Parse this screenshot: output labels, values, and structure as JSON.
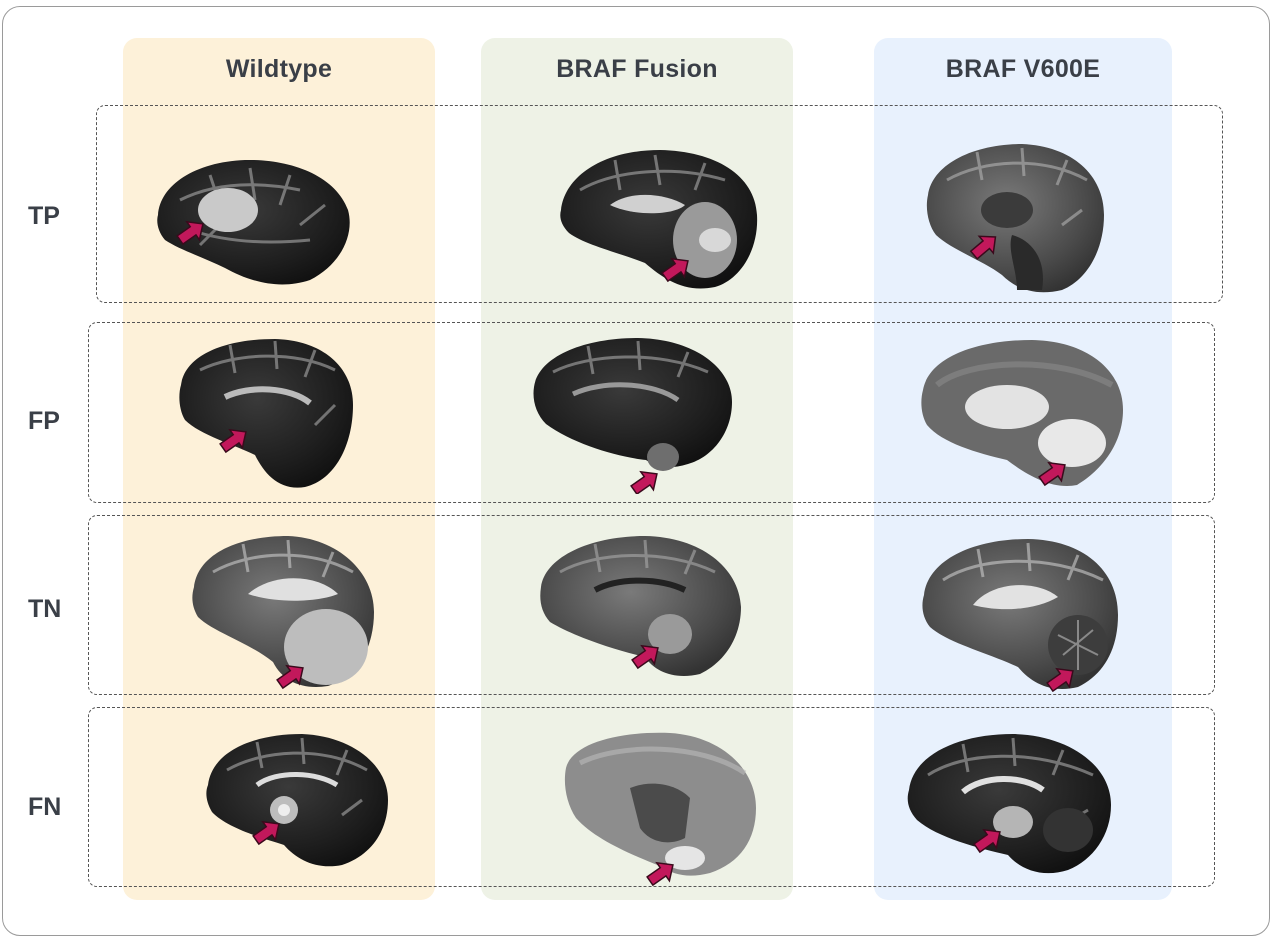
{
  "columns": [
    {
      "label": "Wildtype",
      "color": "#fdf1d9"
    },
    {
      "label": "BRAF Fusion",
      "color": "#eef2e6"
    },
    {
      "label": "BRAF V600E",
      "color": "#e8f1fd"
    }
  ],
  "rows": [
    "TP",
    "FP",
    "TN",
    "FN"
  ],
  "arrow_color": "#c2185b",
  "border_color": "#555555"
}
